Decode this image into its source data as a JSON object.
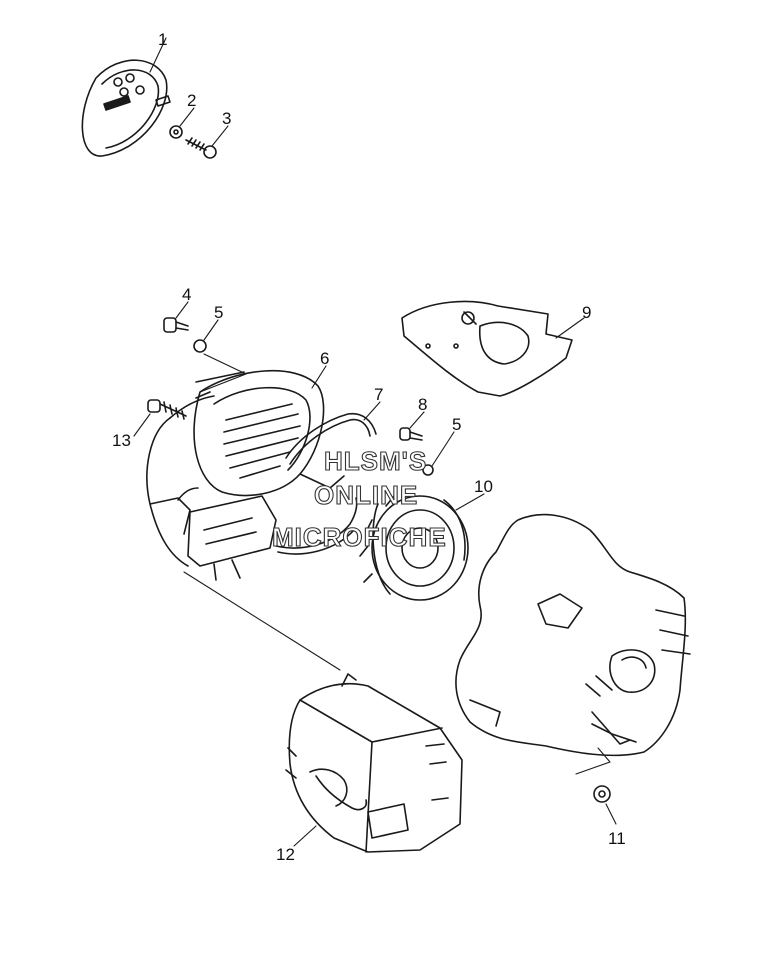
{
  "diagram": {
    "callouts": {
      "n1": "1",
      "n2": "2",
      "n3": "3",
      "n4": "4",
      "n5a": "5",
      "n5b": "5",
      "n6": "6",
      "n7": "7",
      "n8": "8",
      "n9": "9",
      "n10": "10",
      "n11": "11",
      "n12": "12",
      "n13": "13"
    },
    "watermark": {
      "line1": "HLSM'S",
      "line2": "ONLINE",
      "line3": "MICROFICHE"
    }
  }
}
